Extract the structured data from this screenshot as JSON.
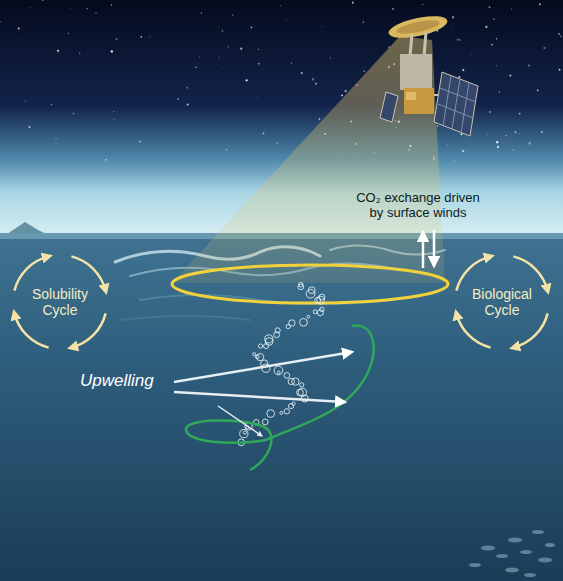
{
  "diagram": {
    "nodes": [
      {
        "text": [
          "Solubility Cycle"
        ]
      },
      {
        "text": [
          "Biological Cycle"
        ]
      }
    ],
    "labels": [
      "CO₂ exchange driven by surface winds",
      "Upwelling"
    ]
  }
}
